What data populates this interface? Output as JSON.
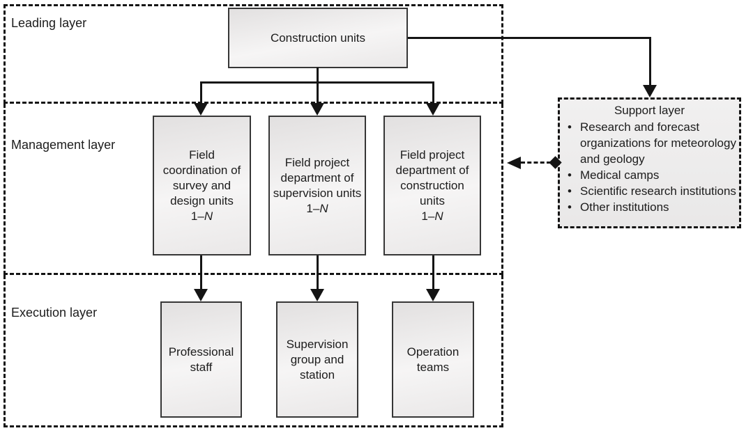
{
  "diagram": {
    "layers": {
      "leading": "Leading layer",
      "management": "Management layer",
      "execution": "Execution layer"
    },
    "leading_node": "Construction units",
    "management_nodes": [
      {
        "label": "Field coordination of survey and design units",
        "range_prefix": "1–",
        "range_n": "N"
      },
      {
        "label": "Field project department of supervision units",
        "range_prefix": "1–",
        "range_n": "N"
      },
      {
        "label": "Field project department of construction units",
        "range_prefix": "1–",
        "range_n": "N"
      }
    ],
    "execution_nodes": [
      {
        "label": "Professional staff"
      },
      {
        "label": "Supervision group and station"
      },
      {
        "label": "Operation teams"
      }
    ],
    "support": {
      "title": "Support layer",
      "bullet": "•",
      "items": [
        "Research and forecast organizations for meteorology and geology",
        "Medical camps",
        "Scientific research institutions",
        "Other institutions"
      ]
    },
    "colors": {
      "line": "#141414",
      "node_border": "#363636",
      "node_fill_top": "#e2e0e0",
      "node_fill_bottom": "#eae8e8",
      "support_fill": "#edecec",
      "background": "#ffffff"
    }
  }
}
